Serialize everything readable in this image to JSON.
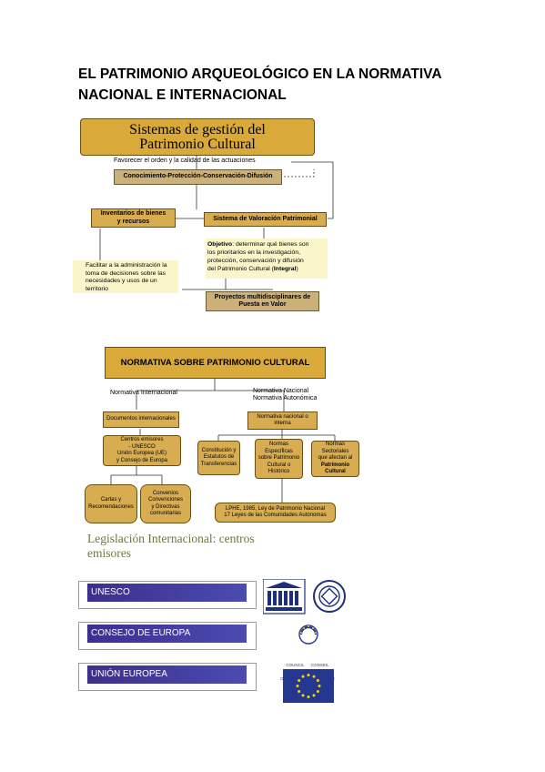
{
  "title": "EL PATRIMONIO ARQUEOLÓGICO EN LA NORMATIVA NACIONAL E INTERNACIONAL",
  "diagram1": {
    "header_line1": "Sistemas de gestión del",
    "header_line2": "Patrimonio Cultural",
    "favorecer": "Favorecer el orden y la calidad de las actuaciones",
    "chain": "Conocimiento-Protección-Conservación-Difusión",
    "inventarios_l1": "Inventarios de bienes",
    "inventarios_l2": "y recursos",
    "sistema": "Sistema de Valoración Patrimonial",
    "objetivo_label": "Objetivo",
    "objetivo_l1": ": determinar qué bienes son",
    "objetivo_l2": "los prioritarios en la investigación,",
    "objetivo_l3": "protección, conservación y difusión",
    "objetivo_l4": "del Patrimonio Cultural (",
    "objetivo_integral": "Integral",
    "objetivo_end": ")",
    "facilitar_l1": "Facilitar a la administración la",
    "facilitar_l2": "toma de decisiones sobre las",
    "facilitar_l3": "necesidades y usos de un",
    "facilitar_l4": "territorio",
    "proyectos_l1": "Proyectos multidisciplinares de",
    "proyectos_l2": "Puesta en Valor"
  },
  "diagram2": {
    "header": "NORMATIVA SOBRE PATRIMONIO CULTURAL",
    "normativa_internacional": "Normativa Internacional",
    "normativa_nacional": "Normativa Nacional",
    "normativa_autonomica": "Normativa Autonómica",
    "documentos": "Documentos internacionales",
    "centros_l1": "Centros emisores",
    "centros_l2": "- UNESCO",
    "centros_l3": "Unión Europea (UE)",
    "centros_l4": "y Consejo de Europa",
    "cartas_l1": "Cartas y",
    "cartas_l2": "Recomendaciones",
    "convenios_l1": "Convenios",
    "convenios_l2": "Convenciones",
    "convenios_l3": "y Directivas",
    "convenios_l4": "comunitarias",
    "nacional_interna_l1": "Normativa nacional o",
    "nacional_interna_l2": "interna",
    "constitucion_l1": "Constitución y",
    "constitucion_l2": "Estatutos de",
    "constitucion_l3": "Transferencias",
    "especificas_l1": "Normas",
    "especificas_l2": "Específicas",
    "especificas_l3": "sobre Patrimonio",
    "especificas_l4": "Cultural o",
    "especificas_l5": "Histórico",
    "sectoriales_l1": "Normas",
    "sectoriales_l2": "Sectoriales",
    "sectoriales_l3": "que afectan al",
    "sectoriales_l4": "Patrimonio Cultural",
    "lphe_l1": "LPHE, 1985, Ley de Patrimonio Nacional",
    "lphe_l2": "17 Leyes de las Comunidades Autónomas"
  },
  "legislacion": {
    "heading_l1": "Legislación Internacional: centros",
    "heading_l2": "emisores",
    "items": [
      {
        "label": "UNESCO"
      },
      {
        "label": "CONSEJO DE EUROPA"
      },
      {
        "label": "UNIÓN EUROPEA"
      }
    ],
    "coe_logo_l1": "COUNCIL      CONSEIL",
    "coe_logo_l2": "OF EUROPE   DE L'EUROPE"
  },
  "colors": {
    "gold": "#d9a93a",
    "tan": "#ccb07a",
    "pale_yellow": "#fbf6c9",
    "bar_blue": "#3c2f8e",
    "eu_blue": "#23388e",
    "eu_star": "#f7d31c"
  }
}
